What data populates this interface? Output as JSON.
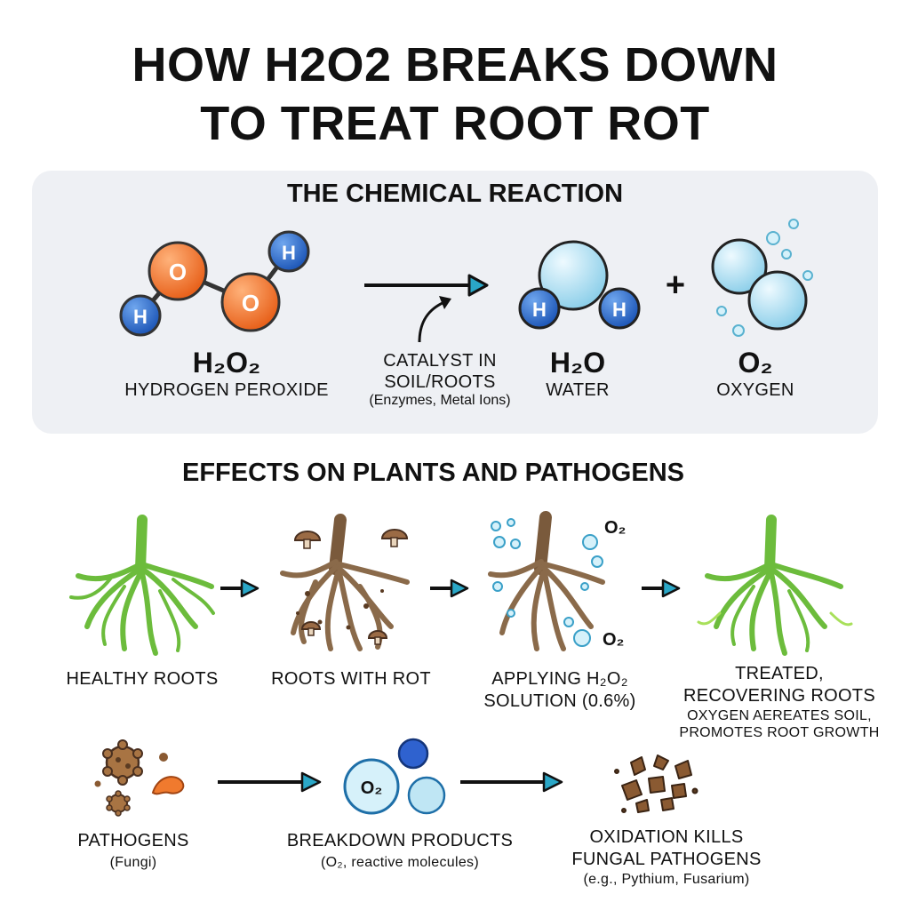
{
  "title": {
    "line1": "HOW H2O2 BREAKS DOWN",
    "line2": "TO TREAT ROOT ROT"
  },
  "reaction": {
    "heading": "THE CHEMICAL REACTION",
    "reactant": {
      "formula": "H₂O₂",
      "name": "HYDROGEN PEROXIDE",
      "atom_o": "O",
      "atom_h": "H"
    },
    "catalyst": {
      "line1": "CATALYST IN",
      "line2": "SOIL/ROOTS",
      "detail": "(Enzymes, Metal Ions)"
    },
    "product_water": {
      "formula": "H₂O",
      "name": "WATER",
      "atom_h": "H"
    },
    "plus": "+",
    "product_oxygen": {
      "formula": "O₂",
      "name": "OXYGEN"
    }
  },
  "effects": {
    "heading": "EFFECTS ON PLANTS AND PATHOGENS",
    "stages": [
      {
        "label_lines": [
          "HEALTHY ROOTS"
        ],
        "sub_lines": []
      },
      {
        "label_lines": [
          "ROOTS WITH ROT"
        ],
        "sub_lines": []
      },
      {
        "label_lines": [
          "APPLYING H₂O₂",
          "SOLUTION (0.6%)"
        ],
        "sub_lines": []
      },
      {
        "label_lines": [
          "TREATED,",
          "RECOVERING ROOTS"
        ],
        "sub_lines": [
          "OXYGEN AEREATES SOIL,",
          "PROMOTES ROOT GROWTH"
        ]
      }
    ],
    "bubble_label": "O₂"
  },
  "pathogens": {
    "stages": [
      {
        "label": "PATHOGENS",
        "sub": "(Fungi)"
      },
      {
        "label": "BREAKDOWN PRODUCTS",
        "sub": "(O₂, reactive molecules)"
      },
      {
        "label_lines": [
          "OXIDATION KILLS",
          "FUNGAL PATHOGENS"
        ],
        "sub": "(e.g., Pythium, Fusarium)"
      }
    ],
    "o2_bubble": "O₂"
  },
  "colors": {
    "oxygen_atom": "#f07a2e",
    "hydrogen_atom": "#2f6fd0",
    "bubble": "#bfe6f4",
    "healthy_root": "#74c043",
    "rotten_root": "#8a6a4a",
    "fungi": "#b07a4a",
    "panel_bg": "#eef0f4"
  }
}
